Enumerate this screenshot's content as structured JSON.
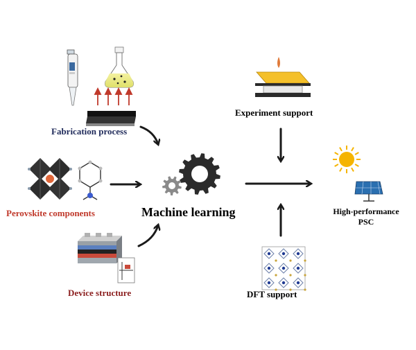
{
  "labels": {
    "fabrication": "Fabrication process",
    "perovskite": "Perovskite components",
    "device": "Device structure",
    "ml": "Machine learning",
    "experiment": "Experiment support",
    "dft": "DFT support",
    "result_line1": "High-performance",
    "result_line2": "PSC"
  },
  "colors": {
    "fabrication": "#1f2a5a",
    "perovskite": "#c0392b",
    "device": "#8b1e1e",
    "ml": "#000000",
    "gear_dark": "#2b2b2b",
    "gear_light": "#8a8a8a",
    "sun": "#f5b400",
    "panel": "#2a6fb0"
  },
  "icons": [
    "pipette-icon",
    "flask-icon",
    "substrate-icon",
    "perovskite-crystal-icon",
    "molecule-icon",
    "device-stack-icon",
    "gear-icon",
    "hotplate-icon",
    "dft-lattice-icon",
    "sun-icon",
    "solar-panel-icon"
  ]
}
